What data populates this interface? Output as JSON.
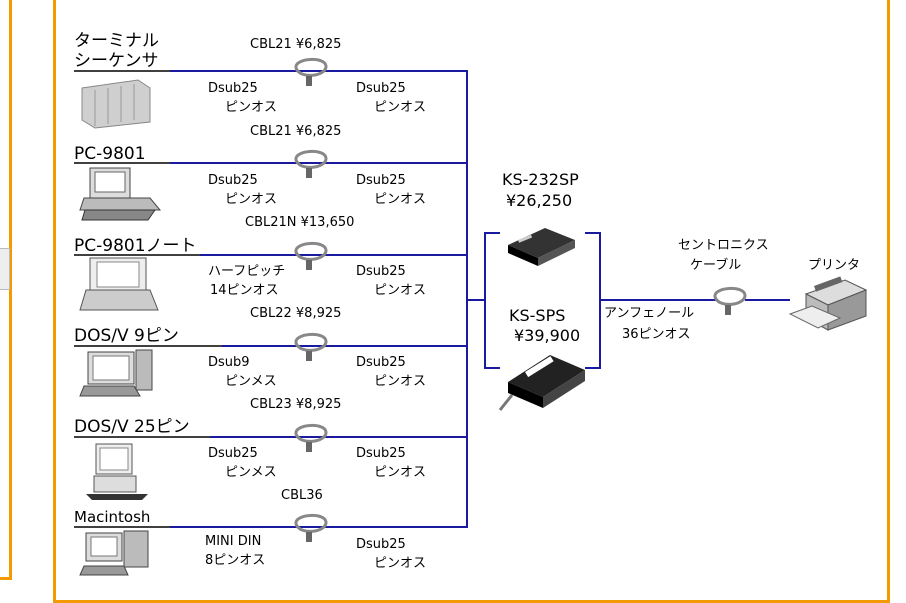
{
  "devices": [
    {
      "name_line1": "ターミナル",
      "name_line2": "シーケンサ",
      "cable": "CBL21 ¥6,825",
      "left_conn1": "Dsub25",
      "left_conn2": "ピンオス",
      "right_conn1": "Dsub25",
      "right_conn2": "ピンオス"
    },
    {
      "name_line1": "PC-9801",
      "cable": "CBL21 ¥6,825",
      "left_conn1": "Dsub25",
      "left_conn2": "ピンオス",
      "right_conn1": "Dsub25",
      "right_conn2": "ピンオス"
    },
    {
      "name_line1": "PC-9801ノート",
      "cable": "CBL21N ¥13,650",
      "left_conn1": "ハーフピッチ",
      "left_conn2": "14ピンオス",
      "right_conn1": "Dsub25",
      "right_conn2": "ピンオス"
    },
    {
      "name_line1": "DOS/V 9ピン",
      "cable": "CBL22 ¥8,925",
      "left_conn1": "Dsub9",
      "left_conn2": "ピンメス",
      "right_conn1": "Dsub25",
      "right_conn2": "ピンオス"
    },
    {
      "name_line1": "DOS/V 25ピン",
      "cable": "CBL23 ¥8,925",
      "left_conn1": "Dsub25",
      "left_conn2": "ピンメス",
      "right_conn1": "Dsub25",
      "right_conn2": "ピンオス"
    },
    {
      "name_line1": "Macintosh",
      "cable": "CBL36",
      "left_conn1": "MINI DIN",
      "left_conn2": "8ピンオス",
      "right_conn1": "Dsub25",
      "right_conn2": "ピンオス"
    }
  ],
  "products": [
    {
      "name": "KS-232SP",
      "price": "¥26,250"
    },
    {
      "name": "KS-SPS",
      "price": "¥39,900"
    }
  ],
  "output": {
    "connector1": "アンフェノール",
    "connector2": "36ピンオス",
    "cable1": "セントロニクス",
    "cable2": "ケーブル",
    "printer": "プリンタ"
  },
  "colors": {
    "frame": "#f29a00",
    "line": "#1a1aa0"
  }
}
